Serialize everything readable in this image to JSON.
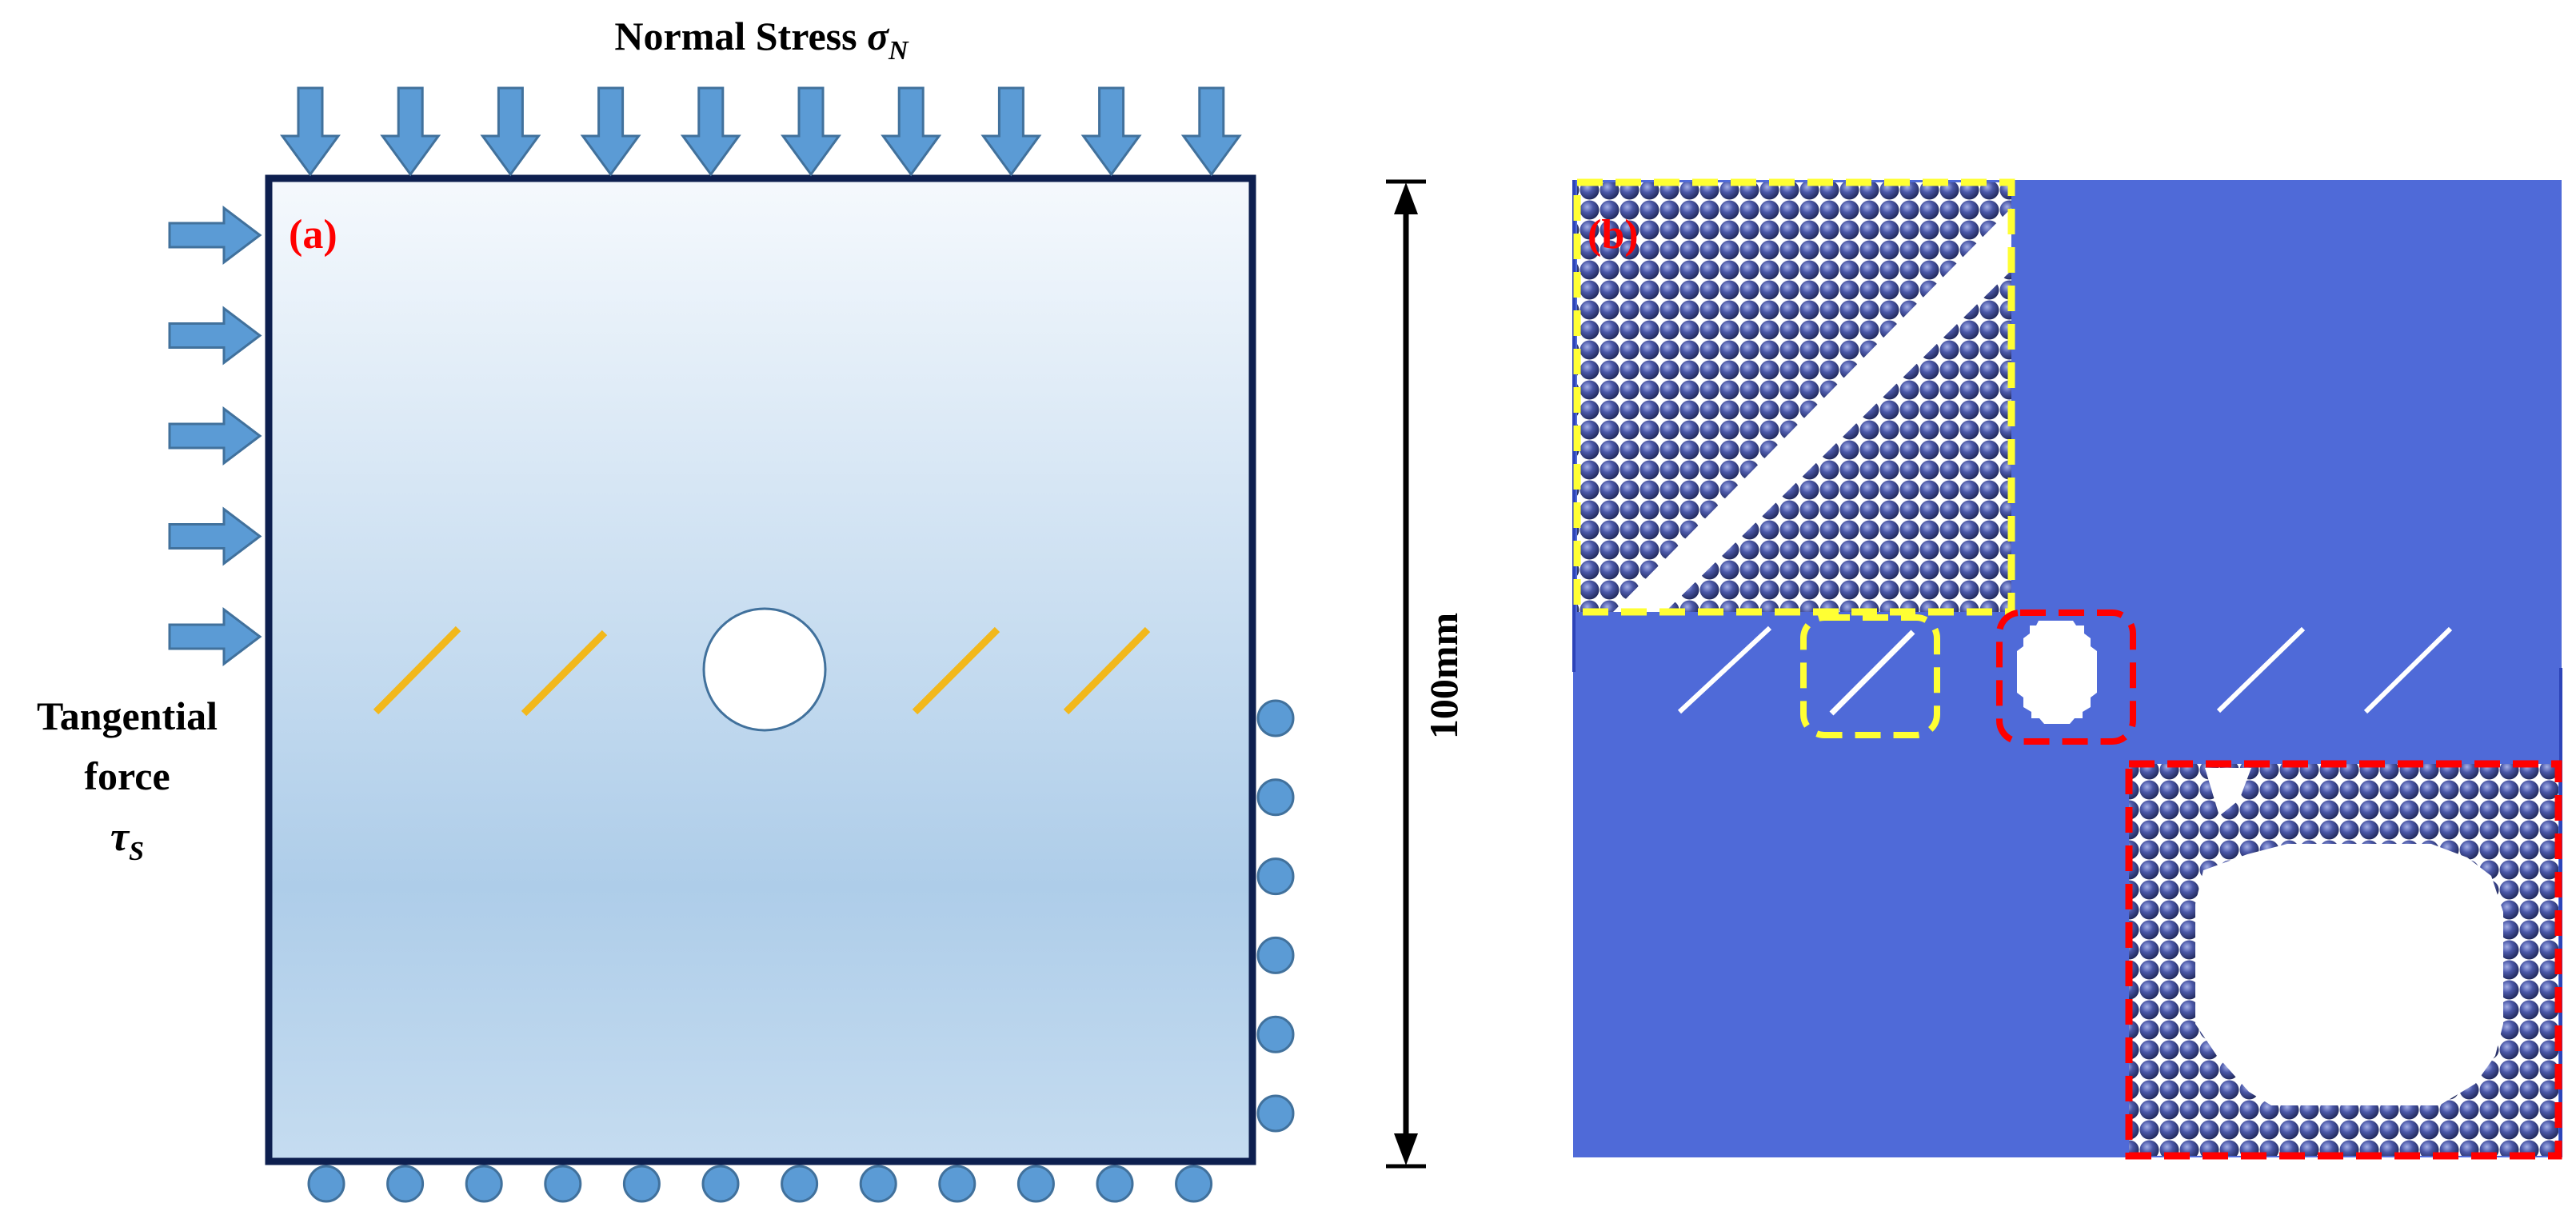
{
  "panel_a": {
    "label": "(a)",
    "normal_stress": {
      "text": "Normal Stress ",
      "symbol": "σ",
      "subscript": "N"
    },
    "tangential": {
      "line1": "Tangential",
      "line2": "force",
      "symbol": "τ",
      "subscript": "S"
    },
    "down_arrow_count": 10,
    "right_arrow_count": 5,
    "bottom_support_count": 12,
    "right_support_count": 6
  },
  "dimension": {
    "label": "100mm"
  },
  "panel_b": {
    "label": "(b)"
  },
  "colors": {
    "arrow_fill": "#5b9bd5",
    "arrow_stroke": "#41719c",
    "frame": "#0d1f4f",
    "gradient_top": "#f4f8fc",
    "gradient_bottom": "#aecde9",
    "crack": "#f2b81b",
    "label_red": "#ff0000",
    "model_blue": "#4f6ad8",
    "sphere": "#2c3670",
    "highlight_yellow": "#ffff33",
    "highlight_red": "#ff0000"
  }
}
